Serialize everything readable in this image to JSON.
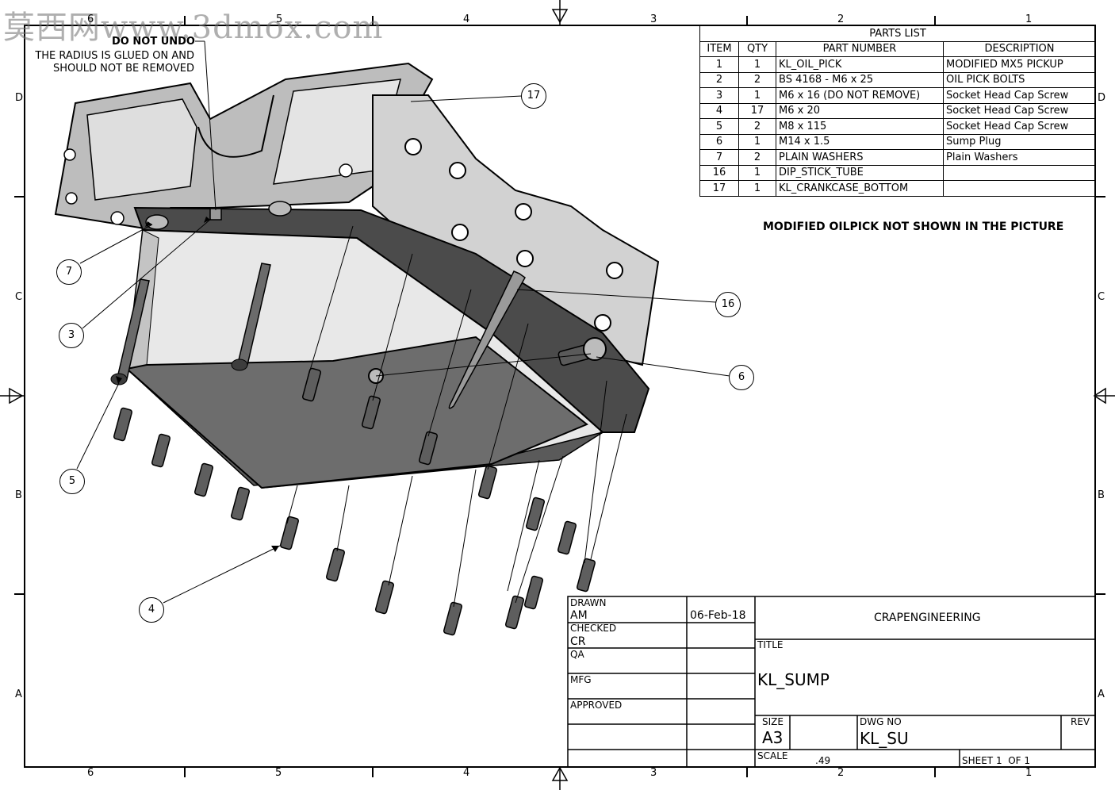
{
  "watermark": "莫西网www.3dmox.com",
  "border": {
    "columns_top": [
      "6",
      "5",
      "4",
      "3",
      "2",
      "1"
    ],
    "columns_bottom": [
      "6",
      "5",
      "4",
      "3",
      "2",
      "1"
    ],
    "rows": [
      "D",
      "C",
      "B",
      "A"
    ]
  },
  "notes": {
    "do_not_undo": "DO NOT UNDO",
    "radius_line1": "THE RADIUS IS GLUED ON AND",
    "radius_line2": "SHOULD NOT BE REMOVED",
    "picture_note": "MODIFIED OILPICK NOT SHOWN IN THE PICTURE"
  },
  "parts_list": {
    "title": "PARTS LIST",
    "headers": [
      "ITEM",
      "QTY",
      "PART NUMBER",
      "DESCRIPTION"
    ],
    "rows": [
      [
        "1",
        "1",
        "KL_OIL_PICK",
        "MODIFIED MX5 PICKUP"
      ],
      [
        "2",
        "2",
        "BS 4168 - M6 x 25",
        "OIL PICK BOLTS"
      ],
      [
        "3",
        "1",
        "M6 x 16 (DO NOT REMOVE)",
        "Socket Head Cap Screw"
      ],
      [
        "4",
        "17",
        "M6 x 20",
        "Socket Head Cap Screw"
      ],
      [
        "5",
        "2",
        "M8 x 115",
        "Socket Head Cap Screw"
      ],
      [
        "6",
        "1",
        "M14 x 1.5",
        "Sump Plug"
      ],
      [
        "7",
        "2",
        "PLAIN WASHERS",
        "Plain Washers"
      ],
      [
        "16",
        "1",
        "DIP_STICK_TUBE",
        ""
      ],
      [
        "17",
        "1",
        "KL_CRANKCASE_BOTTOM",
        ""
      ]
    ]
  },
  "balloons": [
    "17",
    "7",
    "3",
    "16",
    "6",
    "5",
    "4"
  ],
  "title_block": {
    "drawn_label": "DRAWN",
    "drawn_value": "AM",
    "date": "06-Feb-18",
    "checked_label": "CHECKED",
    "checked_value": "CR",
    "qa_label": "QA",
    "mfg_label": "MFG",
    "approved_label": "APPROVED",
    "company": "CRAPENGINEERING",
    "title_label": "TITLE",
    "title_value": "KL_SUMP",
    "size_label": "SIZE",
    "size_value": "A3",
    "dwg_label": "DWG NO",
    "dwg_value": "KL_SU",
    "rev_label": "REV",
    "scale_label": "SCALE",
    "scale_value": ".49",
    "sheet_value": "SHEET 1  OF 1"
  }
}
